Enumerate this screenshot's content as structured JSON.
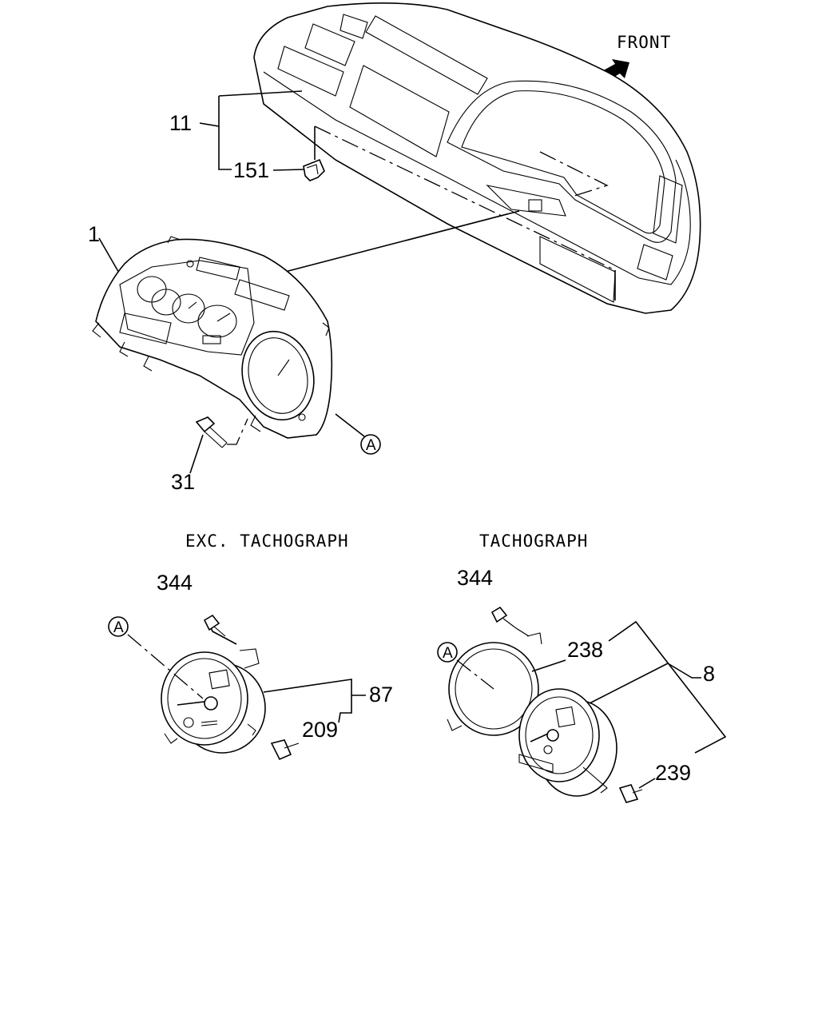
{
  "direction_label": "FRONT",
  "sections": {
    "exc_tachograph": "EXC. TACHOGRAPH",
    "tachograph": "TACHOGRAPH"
  },
  "callouts": {
    "p11": "11",
    "p151": "151",
    "p1": "1",
    "p31": "31",
    "p344_left": "344",
    "p87": "87",
    "p209": "209",
    "p344_right": "344",
    "p238": "238",
    "p8": "8",
    "p239": "239"
  },
  "reference_marks": {
    "a_top": "A",
    "a_left": "A",
    "a_right": "A"
  }
}
